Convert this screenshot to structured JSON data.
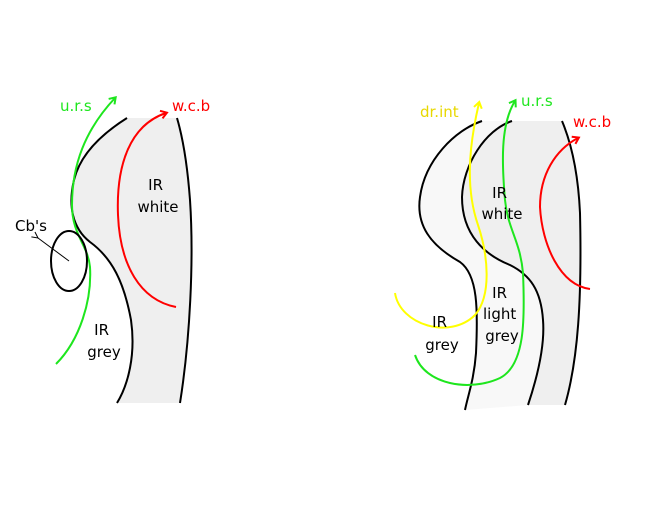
{
  "colors": {
    "green": "#1ee61e",
    "red": "#ff0000",
    "yellow": "#ffff00",
    "yellow_label": "#e8d800",
    "black": "#000000",
    "fill_white": "#efefef",
    "fill_light": "#f8f8f8"
  },
  "left_diagram": {
    "urs_label": "u.r.s",
    "wcb_label": "w.c.b",
    "cbs_label": "Cb's",
    "ir_white": [
      "IR",
      "white"
    ],
    "ir_grey": [
      "IR",
      "grey"
    ]
  },
  "right_diagram": {
    "drint_label": "dr.int",
    "urs_label": "u.r.s",
    "wcb_label": "w.c.b",
    "ir_white": [
      "IR",
      "white"
    ],
    "ir_light_grey": [
      "IR",
      "light",
      "grey"
    ],
    "ir_grey": [
      "IR",
      "grey"
    ]
  }
}
